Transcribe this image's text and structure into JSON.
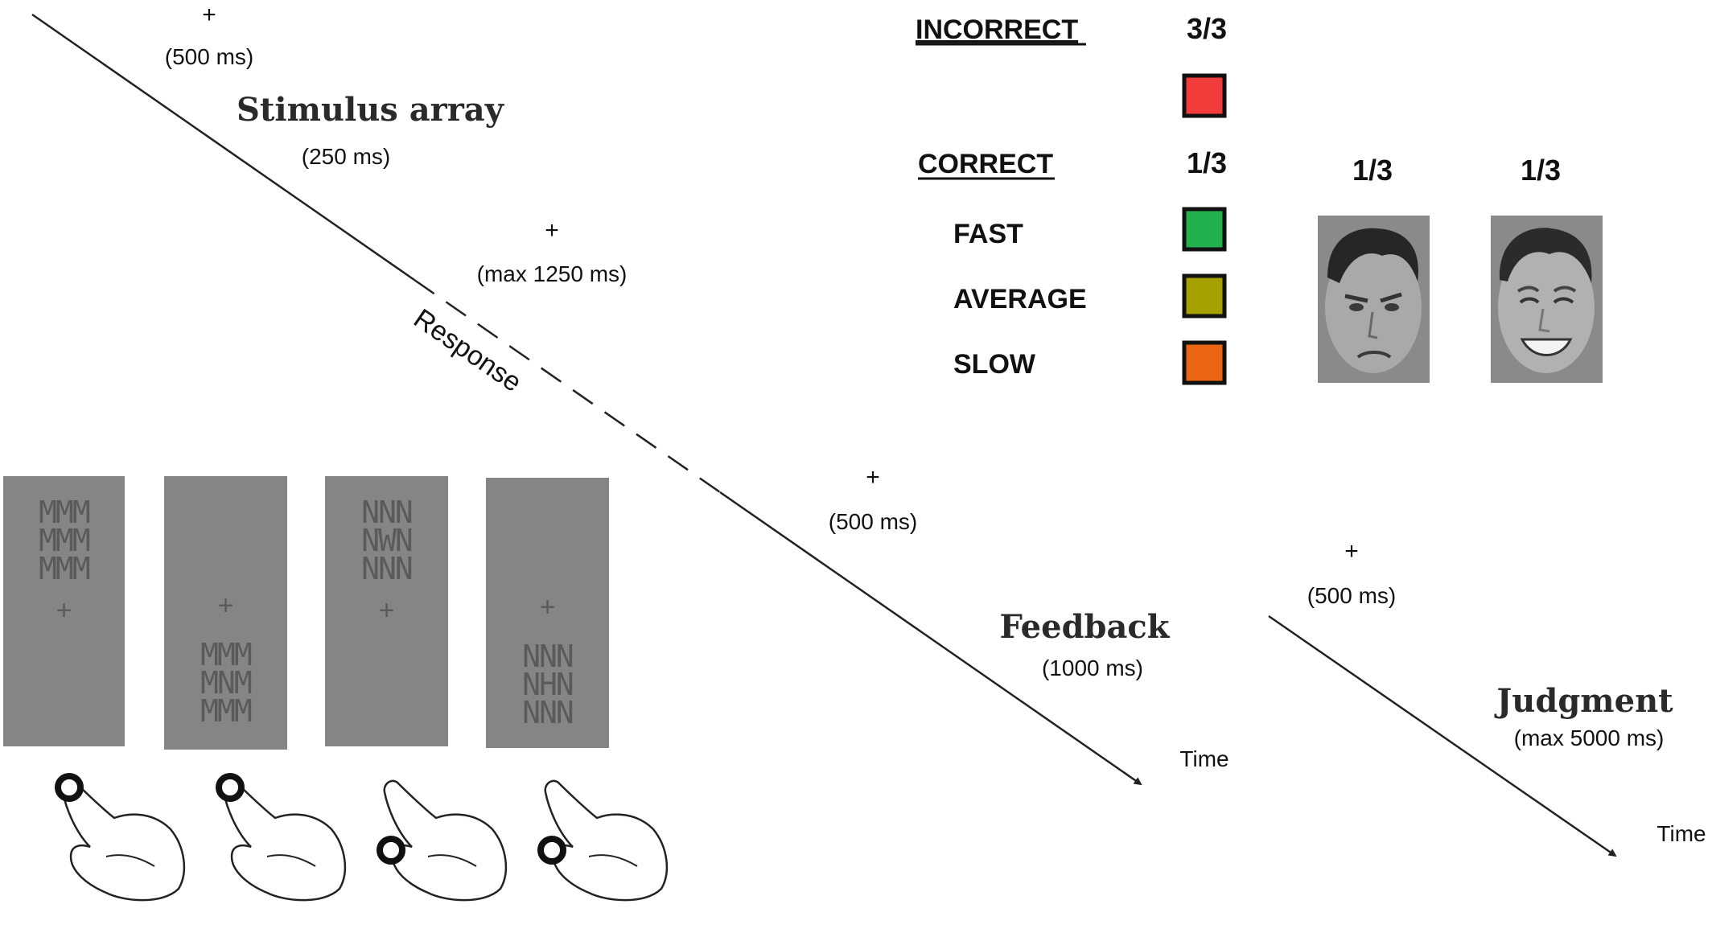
{
  "timeline_1": {
    "fixation_1": {
      "symbol": "+",
      "duration": "(500 ms)"
    },
    "stimulus": {
      "title": "Stimulus array",
      "duration": "(250 ms)"
    },
    "fixation_2": {
      "symbol": "+",
      "duration": "(max 1250 ms)"
    },
    "response_label": "Response",
    "fixation_3": {
      "symbol": "+",
      "duration": "(500 ms)"
    },
    "feedback": {
      "title": "Feedback",
      "duration": "(1000 ms)"
    },
    "time_label": "Time"
  },
  "timeline_2": {
    "fixation": {
      "symbol": "+",
      "duration": "(500 ms)"
    },
    "judgment": {
      "title": "Judgment",
      "duration": "(max 5000 ms)"
    },
    "time_label": "Time"
  },
  "feedback_legend": {
    "incorrect": {
      "label": "INCORRECT",
      "ratio": "3/3",
      "color": "#f23b3b"
    },
    "correct": {
      "label": "CORRECT",
      "ratio": "1/3"
    },
    "speeds": [
      {
        "label": "FAST",
        "color": "#22b14c"
      },
      {
        "label": "AVERAGE",
        "color": "#a3a000"
      },
      {
        "label": "SLOW",
        "color": "#ec6512"
      }
    ]
  },
  "faces": [
    {
      "ratio": "1/3",
      "expression": "angry"
    },
    {
      "ratio": "1/3",
      "expression": "happy"
    }
  ],
  "panels": [
    {
      "top_rows": [
        "MMM",
        "MMM",
        "MMM"
      ],
      "bottom_rows": [],
      "fixation": "+",
      "response_finger": "index"
    },
    {
      "top_rows": [],
      "bottom_rows": [
        "MMM",
        "MNM",
        "MMM"
      ],
      "fixation": "+",
      "response_finger": "index"
    },
    {
      "top_rows": [
        "NNN",
        "NWN",
        "NNN"
      ],
      "bottom_rows": [],
      "fixation": "+",
      "response_finger": "middle"
    },
    {
      "top_rows": [],
      "bottom_rows": [
        "NNN",
        "NHN",
        "NNN"
      ],
      "fixation": "+",
      "response_finger": "middle"
    }
  ],
  "colors": {
    "panel_gray": "#858585",
    "panel_text": "#5a5a5a",
    "line": "#222222"
  }
}
